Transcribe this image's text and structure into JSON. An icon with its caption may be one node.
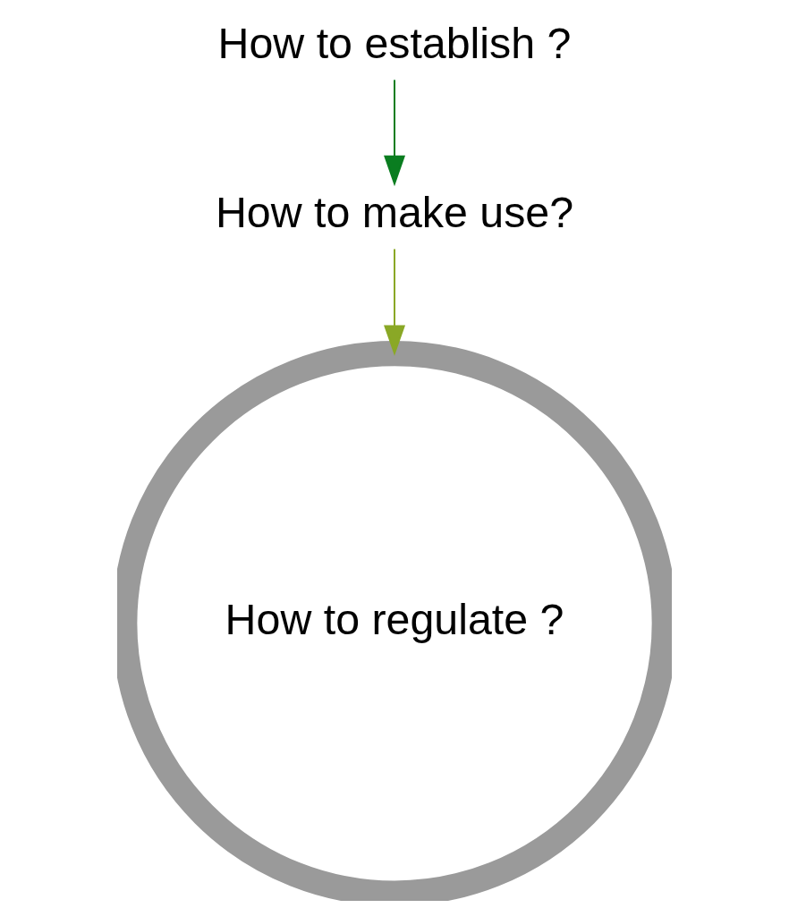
{
  "diagram": {
    "nodes": [
      {
        "text": [
          "How to establish ?"
        ]
      },
      {
        "text": [
          "How to make use?"
        ]
      },
      {
        "text": [
          "How to regulate ?"
        ]
      }
    ],
    "edges": [
      {
        "from": 0,
        "to": 1,
        "arrow": "to",
        "color": "#0a7d20"
      },
      {
        "from": 1,
        "to": 2,
        "arrow": "to",
        "color": "#8aa826"
      }
    ]
  }
}
